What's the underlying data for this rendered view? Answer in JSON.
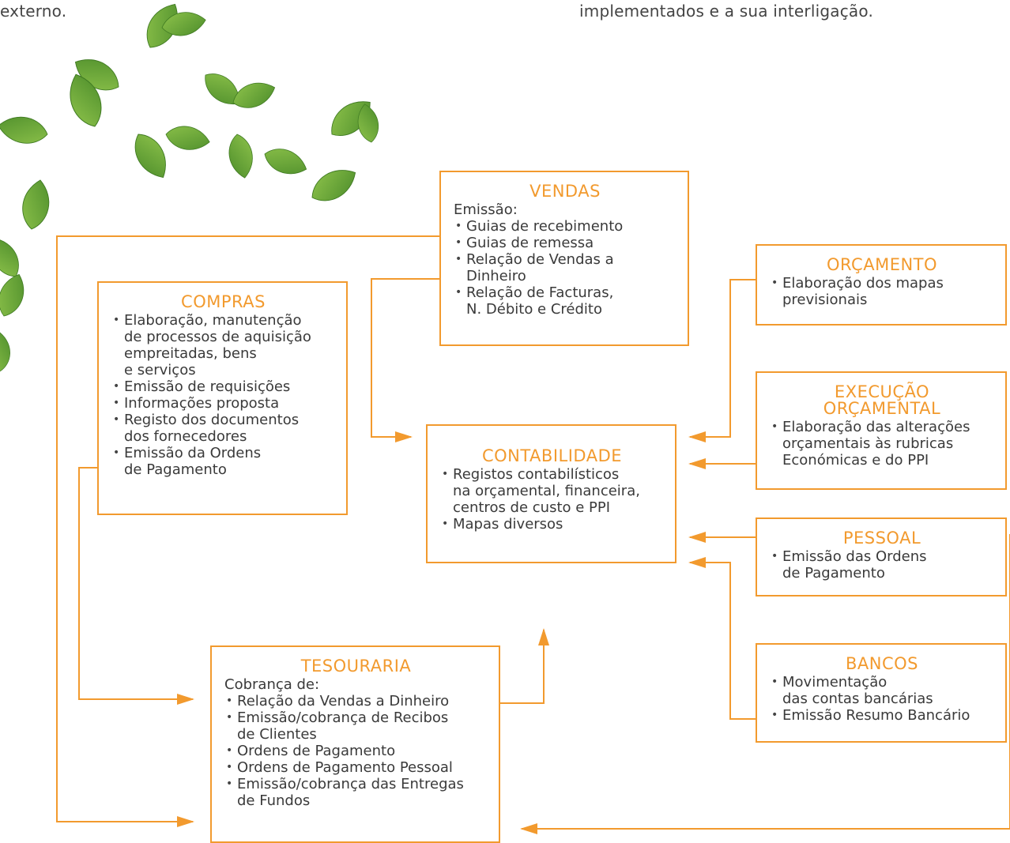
{
  "header": {
    "left_fragment": "externo.",
    "right_fragment": "implementados e a sua interligação."
  },
  "colors": {
    "accent": "#F29A2E",
    "text": "#3a3a3a",
    "leaf": "#6aa83b"
  },
  "decoration": "green-leaves-image",
  "boxes": {
    "vendas": {
      "title": "VENDAS",
      "intro": "Emissão:",
      "items": [
        "Guias de recebimento",
        "Guias de remessa",
        "Relação de Vendas a\nDinheiro",
        "Relação de Facturas,\nN. Débito e Crédito"
      ]
    },
    "compras": {
      "title": "COMPRAS",
      "items": [
        "Elaboração, manutenção\nde processos de aquisição\nempreitadas, bens\ne serviços",
        "Emissão de requisições",
        "Informações proposta",
        "Registo dos documentos\ndos fornecedores",
        "Emissão da Ordens\nde Pagamento"
      ]
    },
    "contabilidade": {
      "title": "CONTABILIDADE",
      "items": [
        "Registos contabilísticos\nna orçamental, financeira,\ncentros de custo e PPI",
        "Mapas diversos"
      ]
    },
    "orcamento": {
      "title": "ORÇAMENTO",
      "items": [
        "Elaboração dos mapas\nprevisionais"
      ]
    },
    "execucao": {
      "title": "EXECUÇÃO\nORÇAMENTAL",
      "items": [
        "Elaboração das alterações\norçamentais às rubricas\nEconómicas e do PPI"
      ]
    },
    "pessoal": {
      "title": "PESSOAL",
      "items": [
        "Emissão das Ordens\nde Pagamento"
      ]
    },
    "bancos": {
      "title": "BANCOS",
      "items": [
        "Movimentação\ndas contas bancárias",
        "Emissão Resumo Bancário"
      ]
    },
    "tesouraria": {
      "title": "TESOURARIA",
      "intro": "Cobrança de:",
      "items": [
        "Relação da Vendas a Dinheiro",
        "Emissão/cobrança de Recibos\nde Clientes",
        "Ordens de Pagamento",
        "Ordens de Pagamento Pessoal",
        "Emissão/cobrança das Entregas\nde Fundos"
      ]
    }
  }
}
